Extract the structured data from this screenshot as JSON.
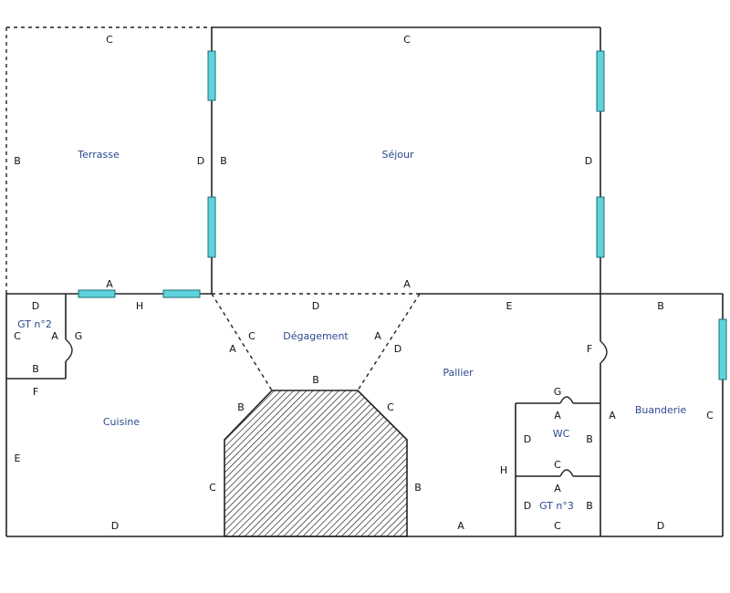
{
  "rooms": {
    "terrasse": "Terrasse",
    "sejour": "Séjour",
    "degagement": "Dégagement",
    "pallier": "Pallier",
    "cuisine": "Cuisine",
    "gt2": "GT n°2",
    "wc": "WC",
    "buanderie": "Buanderie",
    "gt3": "GT n°3"
  },
  "wall_labels": {
    "terrasse": {
      "top": "C",
      "left": "B",
      "right": "D"
    },
    "sejour": {
      "top": "C",
      "left": "B",
      "right": "D",
      "bottom": "A"
    },
    "cuisine_top": {
      "window": "A",
      "mid": "H"
    },
    "gt2": {
      "top": "D",
      "left": "C",
      "right": "A",
      "door": "G",
      "bottom": "B",
      "below": "F"
    },
    "cuisine": {
      "left": "E",
      "bottom": "D"
    },
    "degagement": {
      "top": "D",
      "left_outer": "A",
      "left_inner": "C",
      "right_inner": "A",
      "right_outer": "D"
    },
    "chimney": {
      "top": "B",
      "left_upper": "B",
      "right_upper": "C",
      "left": "C",
      "right": "B"
    },
    "pallier": {
      "top": "E",
      "bottom": "A",
      "right_door": "F"
    },
    "wc": {
      "door": "G",
      "top": "A",
      "left": "D",
      "right": "B",
      "bottom": "C",
      "left_outer": "H"
    },
    "gt3": {
      "top": "A",
      "left": "D",
      "right": "B",
      "bottom": "C"
    },
    "buanderie": {
      "top": "B",
      "left": "A",
      "right": "C",
      "bottom": "D"
    }
  },
  "colors": {
    "wall": "#222222",
    "window": "#5fd3dc",
    "room_label": "#2c4a8f"
  }
}
